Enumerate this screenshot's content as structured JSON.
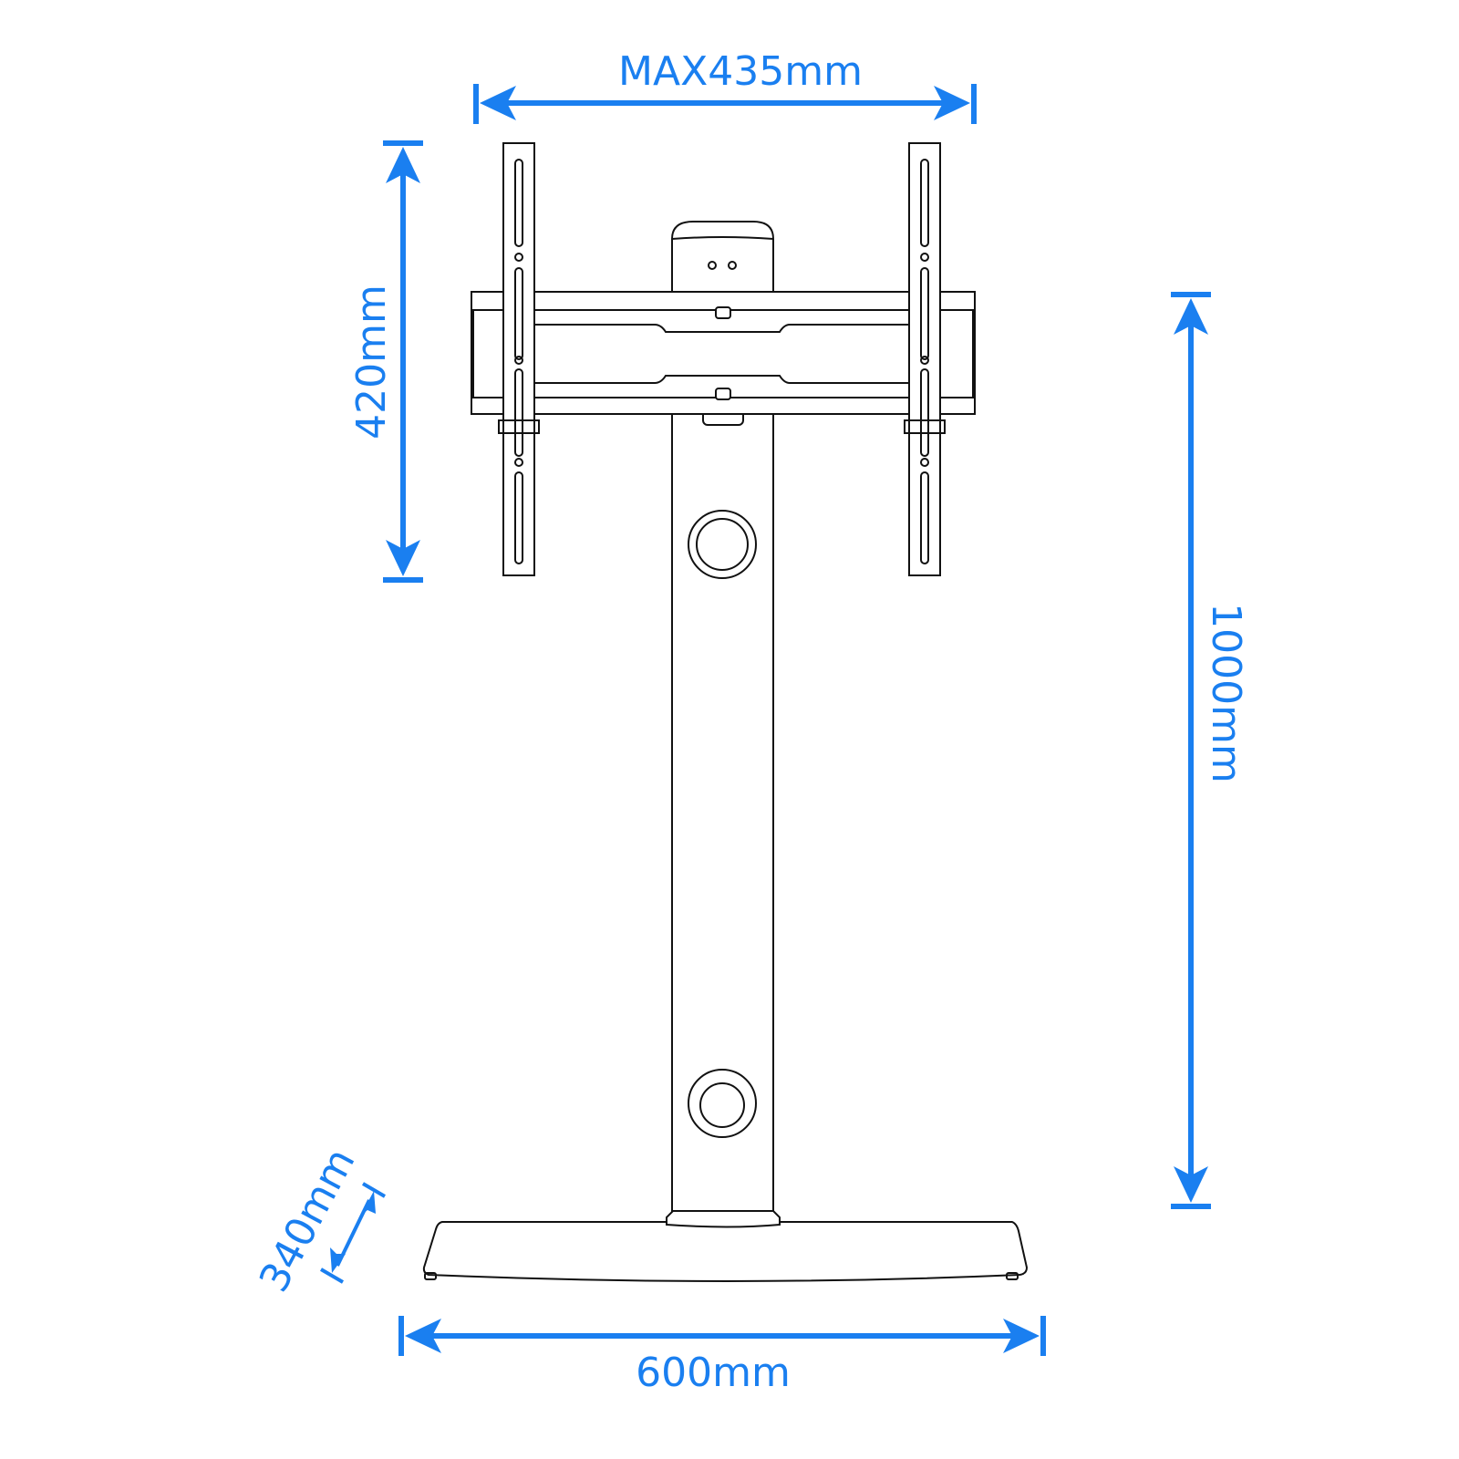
{
  "dimensions": {
    "max_width": "MAX435mm",
    "bracket_height": "420mm",
    "total_height": "1000mm",
    "base_width": "600mm",
    "base_depth": "340mm"
  },
  "colors": {
    "dimension": "#1a7ff0",
    "line": "#111111"
  }
}
